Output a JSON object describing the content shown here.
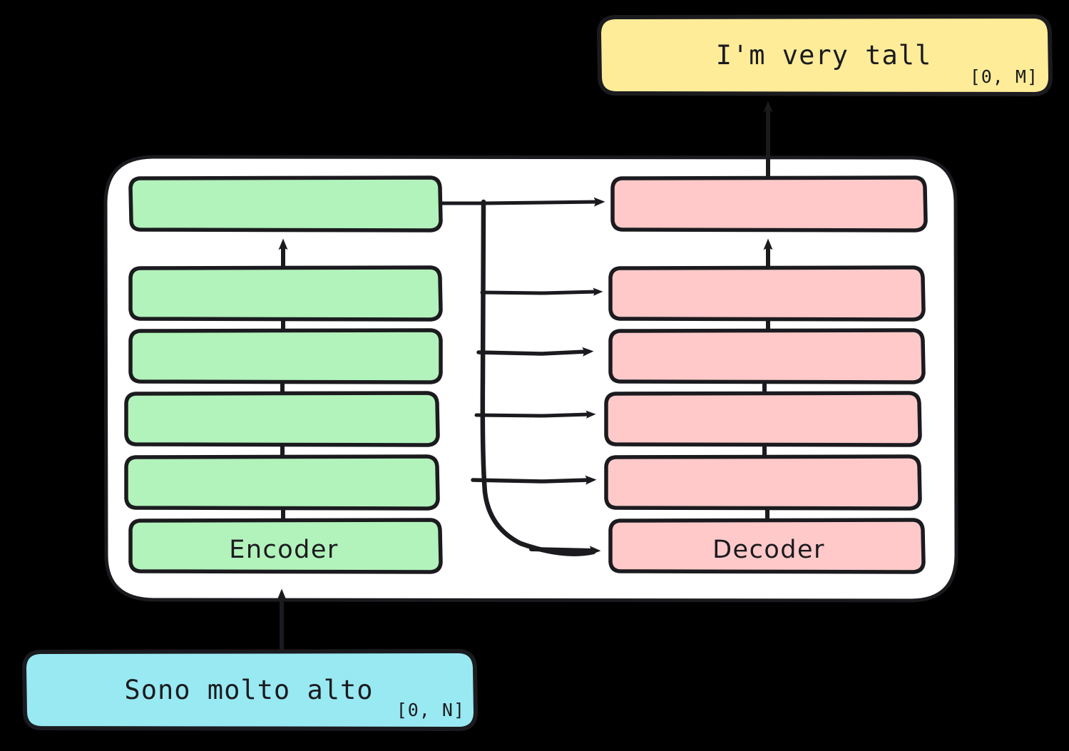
{
  "diagram": {
    "title": "Encoder-Decoder stack translation diagram",
    "background_color": "#000000",
    "container": {
      "name": "model-container",
      "fill": "#ffffff",
      "stroke": "#1b1b1f"
    },
    "input_box": {
      "text": "Sono molto alto",
      "range": "[0, N]",
      "color": "#99e9f2"
    },
    "output_box": {
      "text": "I'm very tall",
      "range": "[0, M]",
      "color": "#ffec99"
    },
    "encoder": {
      "label": "Encoder",
      "color": "#b2f2bb",
      "layer_count": 6,
      "layers": [
        "",
        "",
        "",
        "",
        "",
        "Encoder"
      ]
    },
    "decoder": {
      "label": "Decoder",
      "color": "#ffc9c9",
      "layer_count": 6,
      "layers": [
        "",
        "",
        "",
        "",
        "",
        "Decoder"
      ]
    },
    "connections": {
      "input_to_encoder": "arrow-up",
      "decoder_to_output": "arrow-up",
      "encoder_to_decoder_count": 6,
      "stroke": "#1b1b1f"
    }
  }
}
